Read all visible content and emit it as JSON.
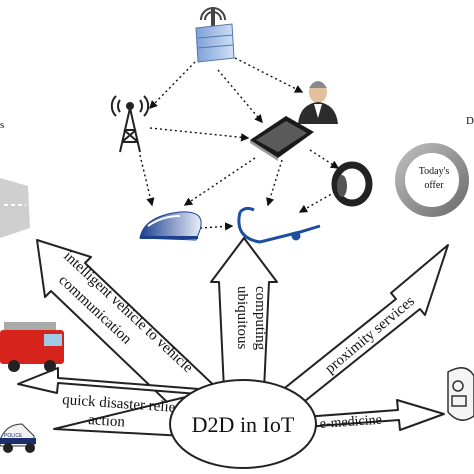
{
  "hub": {
    "label": "D2D in IoT"
  },
  "arrows": [
    {
      "id": "intelligent-vehicle",
      "label_line1": "intelligent vehicle to vehicle",
      "label_line2": "communication"
    },
    {
      "id": "ubiquitous-computing",
      "label_line1": "ubiquitous",
      "label_line2": "computing"
    },
    {
      "id": "proximity-services",
      "label_line1": "proximity services",
      "label_line2": ""
    },
    {
      "id": "quick-disaster-relief",
      "label_line1": "quick disaster relief",
      "label_line2": "action"
    },
    {
      "id": "e-medicine",
      "label_line1": "e-medicine",
      "label_line2": ""
    }
  ],
  "offer_badge": {
    "line1": "Today's",
    "line2": "offer"
  },
  "cropped_labels": {
    "left": "s",
    "right": "D"
  },
  "police_text": "POLICE",
  "icons": [
    "cell-tower-icon",
    "server-rack-icon",
    "cell-antenna-icon",
    "businessman-icon",
    "smartphone-icon",
    "smart-ring-icon",
    "bullet-train-icon",
    "smart-glasses-icon",
    "fire-truck-icon",
    "police-car-icon",
    "road-icon",
    "offer-disc-icon",
    "medical-device-icon"
  ]
}
